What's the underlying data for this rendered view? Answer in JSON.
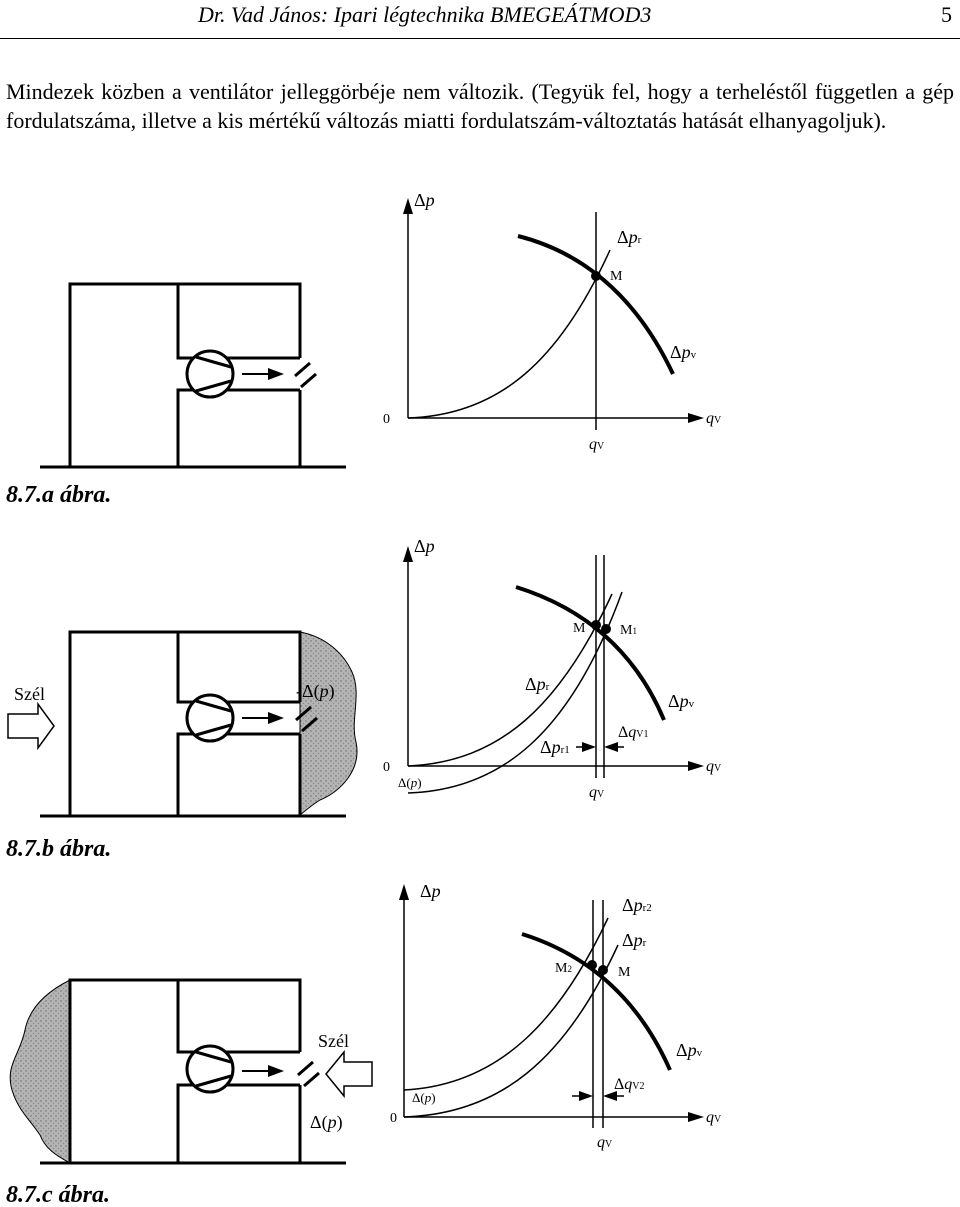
{
  "header": {
    "title": "Dr. Vad János: Ipari légtechnika BMEGEÁTMOD3",
    "page_number": "5"
  },
  "body_text": "Mindezek közben a ventilátor jelleggörbéje nem változik. (Tegyük fel, hogy a terheléstől független a gép fordulatszáma, illetve a kis mértékű változás miatti fordulatszám-változtatás hatását elhanyagoljuk).",
  "figures": {
    "a": {
      "caption": "8.7.a ábra.",
      "zero": "0",
      "dp": {
        "base": "Δ",
        "var": "p"
      },
      "dpr": {
        "base": "Δ",
        "var": "p",
        "sub": "r"
      },
      "dpv": {
        "base": "Δ",
        "var": "p",
        "sub": "v"
      },
      "point_m": "M",
      "qv_axis": {
        "var": "q",
        "sub": "V"
      },
      "qv_point": {
        "var": "q",
        "sub": "V"
      }
    },
    "b": {
      "caption": "8.7.b ábra.",
      "wind": "Szél",
      "zero": "0",
      "neg_ddp": {
        "pre": "-Δ(",
        "var": "p",
        "post": ")"
      },
      "ddp_axis": {
        "pre": "Δ(",
        "var": "p",
        "post": ")"
      },
      "dp": {
        "base": "Δ",
        "var": "p"
      },
      "dpr": {
        "base": "Δ",
        "var": "p",
        "sub": "r"
      },
      "dpr1": {
        "base": "Δ",
        "var": "p",
        "sub": "r1"
      },
      "dpv": {
        "base": "Δ",
        "var": "p",
        "sub": "v"
      },
      "dqv1": {
        "base": "Δ",
        "var": "q",
        "sub": "V1"
      },
      "point_m": "M",
      "point_m1": {
        "base": "M",
        "sub": "1"
      },
      "qv_axis": {
        "var": "q",
        "sub": "V"
      },
      "qv_point": {
        "var": "q",
        "sub": "V"
      }
    },
    "c": {
      "caption": "8.7.c ábra.",
      "wind": "Szél",
      "zero": "0",
      "ddp_building": {
        "pre": "Δ(",
        "var": "p",
        "post": ")"
      },
      "ddp_axis": {
        "pre": "Δ(",
        "var": "p",
        "post": ")"
      },
      "dp": {
        "base": "Δ",
        "var": "p"
      },
      "dpr2": {
        "base": "Δ",
        "var": "p",
        "sub": "r2"
      },
      "dpr": {
        "base": "Δ",
        "var": "p",
        "sub": "r"
      },
      "dpv": {
        "base": "Δ",
        "var": "p",
        "sub": "v"
      },
      "dqv2": {
        "base": "Δ",
        "var": "q",
        "sub": "V2"
      },
      "point_m2": {
        "base": "M",
        "sub": "2"
      },
      "point_m": "M",
      "qv_axis": {
        "var": "q",
        "sub": "V"
      },
      "qv_point": {
        "var": "q",
        "sub": "V"
      }
    }
  }
}
